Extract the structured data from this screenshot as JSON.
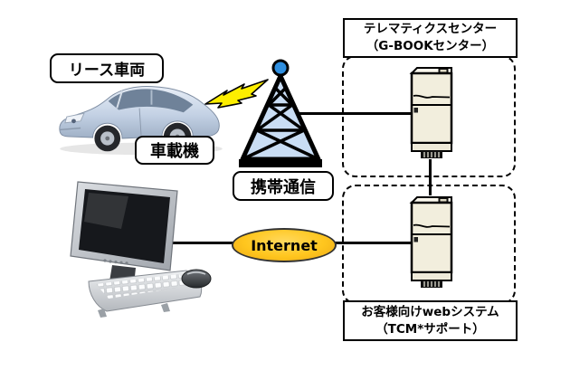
{
  "diagram": {
    "kind": "telematics-system-architecture",
    "labels": {
      "lease_vehicle": "リース車両",
      "onboard_device": "車載機",
      "mobile_comm": "携帯通信",
      "internet": "Internet"
    },
    "boxes": {
      "telematics_center": {
        "line1": "テレマティクスセンター",
        "line2": "（G-BOOKセンター）"
      },
      "web_system": {
        "line1": "お客様向けwebシステム",
        "line2": "（TCM*サポート）"
      }
    },
    "icons": {
      "car": "car-icon",
      "bolt": "lightning-bolt-icon",
      "tower": "cell-tower-icon",
      "computer": "desktop-computer-icon",
      "server_top": "server-icon",
      "server_bottom": "server-icon"
    },
    "colors": {
      "tower_fill": "#c9ddf4",
      "tower_ball": "#2f8fe0",
      "bolt_fill": "#fdee00",
      "internet_fill": "#ffc61e",
      "server_body": "#f2eedd",
      "connector": "#000000",
      "car_body": "#c3d1e4",
      "background": "#ffffff"
    }
  }
}
